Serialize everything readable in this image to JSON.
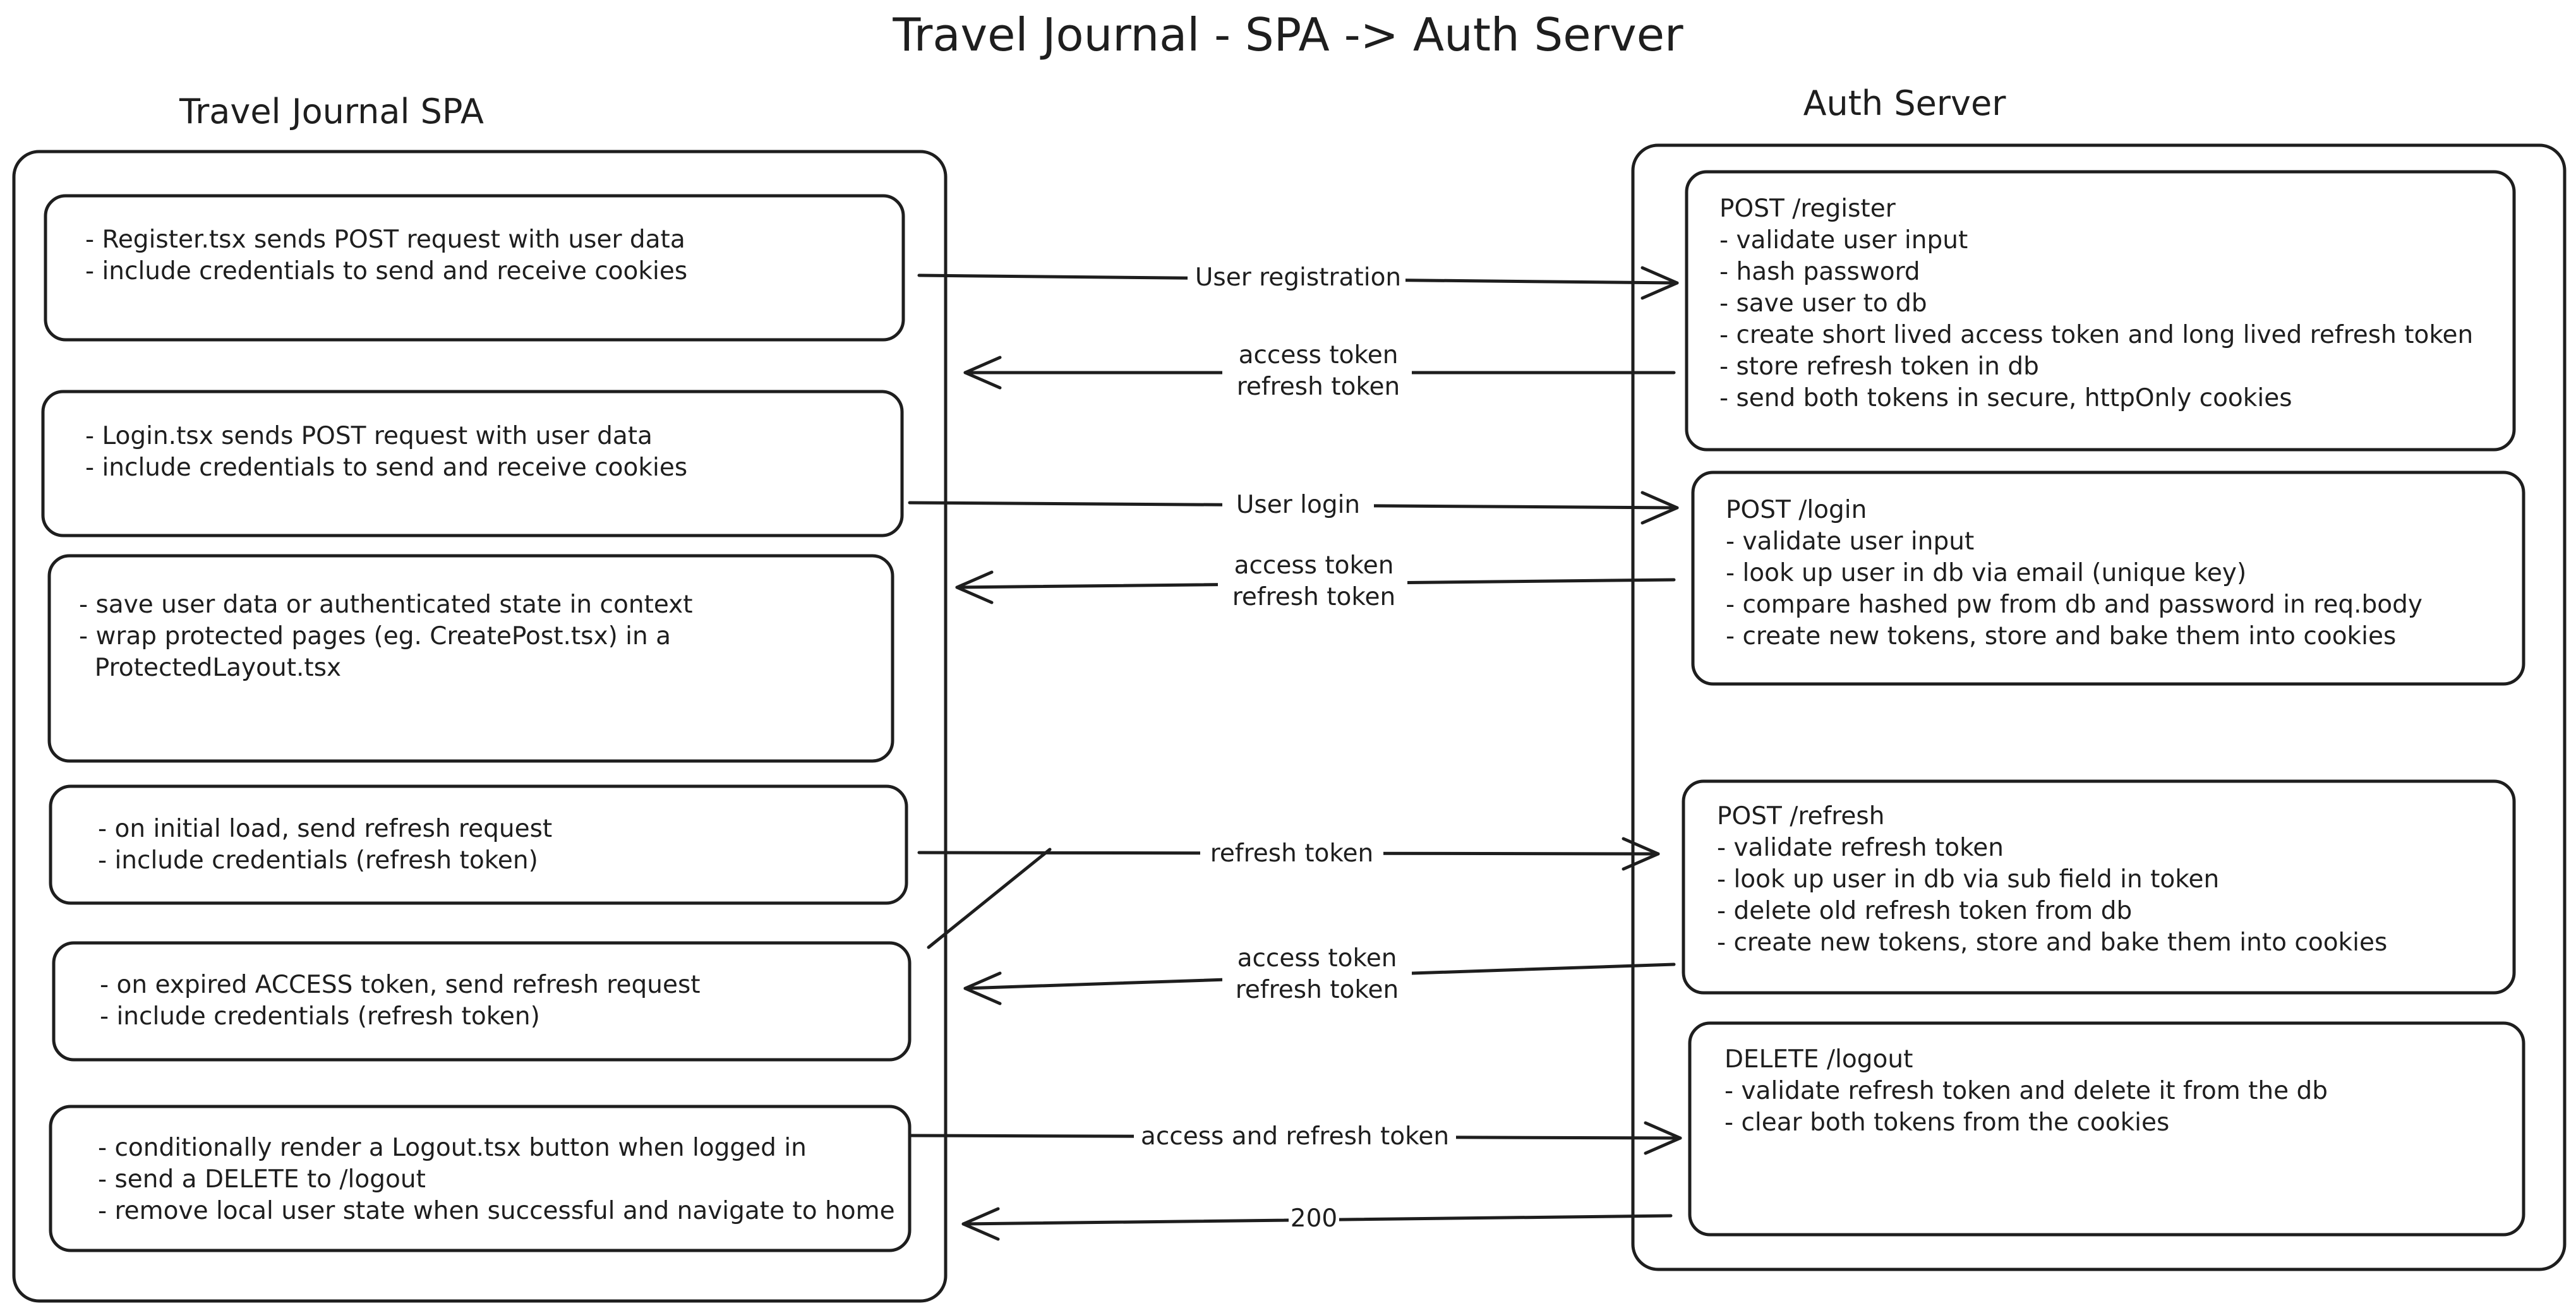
{
  "title": "Travel Journal - SPA -> Auth Server",
  "spa": {
    "heading": "Travel Journal SPA",
    "boxes": [
      {
        "lines": [
          "- Register.tsx sends POST request with user data",
          "- include credentials to send and receive cookies"
        ]
      },
      {
        "lines": [
          "- Login.tsx sends POST request with user data",
          "- include credentials to send and receive cookies"
        ]
      },
      {
        "lines": [
          "- save user data or authenticated state in context",
          "- wrap protected pages (eg. CreatePost.tsx) in a",
          "  ProtectedLayout.tsx"
        ]
      },
      {
        "lines": [
          "- on initial load, send refresh request",
          "- include credentials (refresh token)"
        ]
      },
      {
        "lines": [
          "- on expired ACCESS token, send refresh request",
          "- include credentials (refresh token)"
        ]
      },
      {
        "lines": [
          "- conditionally render a Logout.tsx button when logged in",
          "- send a DELETE to /logout",
          "- remove local user state when successful and navigate to home"
        ]
      }
    ]
  },
  "server": {
    "heading": "Auth Server",
    "boxes": [
      {
        "lines": [
          "POST /register",
          "- validate user input",
          "- hash password",
          "- save user to db",
          "- create short lived access token and long lived refresh token",
          "- store refresh token in db",
          "- send both tokens in secure, httpOnly cookies"
        ]
      },
      {
        "lines": [
          "POST /login",
          "- validate user input",
          "- look up user in db via email (unique key)",
          "- compare hashed pw from db and password in req.body",
          "- create new tokens, store and bake them into cookies"
        ]
      },
      {
        "lines": [
          "POST /refresh",
          "- validate refresh token",
          "- look up user in db via sub field in token",
          "- delete old refresh token from db",
          "- create new tokens, store and bake them into cookies"
        ]
      },
      {
        "lines": [
          "DELETE /logout",
          "- validate refresh token and delete it from the db",
          "- clear both tokens from the cookies"
        ]
      }
    ]
  },
  "arrows": [
    {
      "label": "User registration"
    },
    {
      "label": "access token\nrefresh token"
    },
    {
      "label": "User login"
    },
    {
      "label": "access token\nrefresh token"
    },
    {
      "label": "refresh token"
    },
    {
      "label": "access token\nrefresh token"
    },
    {
      "label": "access and refresh token"
    },
    {
      "label": "200"
    }
  ]
}
